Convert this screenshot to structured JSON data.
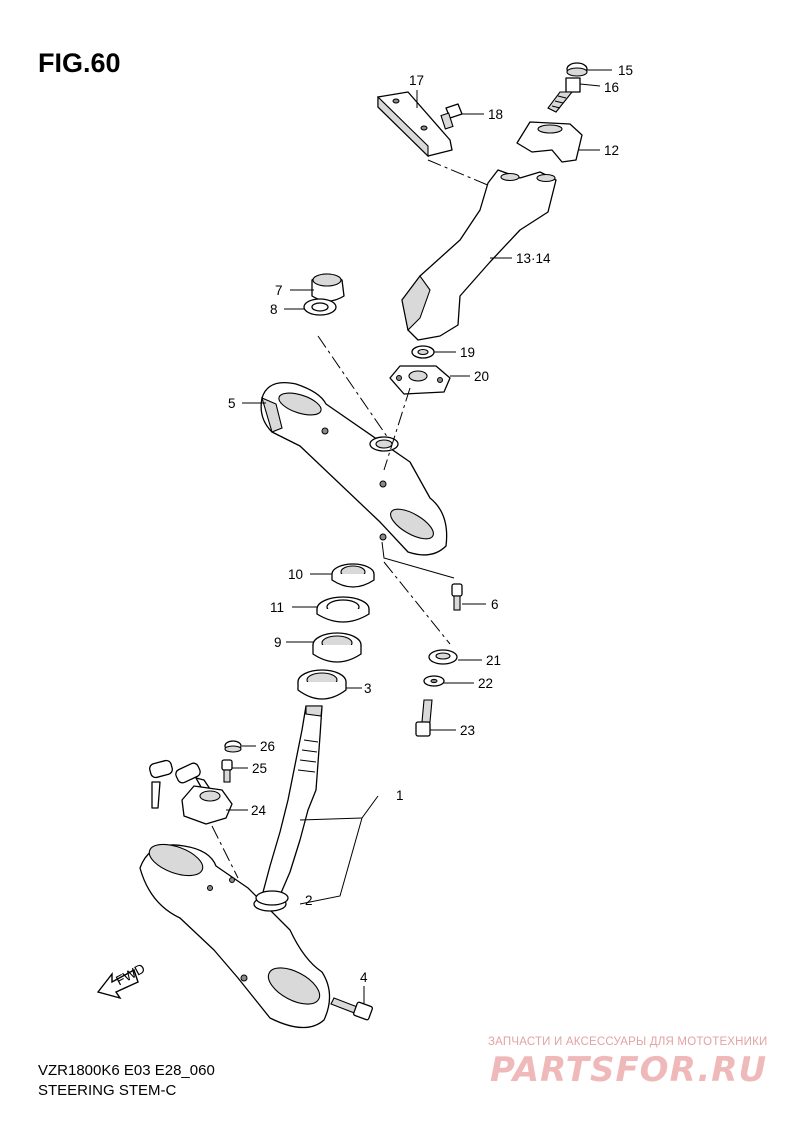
{
  "figure": {
    "title": "FIG.60",
    "model_code": "VZR1800K6 E03 E28_060",
    "section_name": "STEERING STEM-C"
  },
  "watermark": {
    "tagline": "ЗАПЧАСТИ И АКСЕССУАРЫ ДЛЯ МОТОТЕХНИКИ",
    "brand": "PARTSFOR.RU"
  },
  "fwd_arrow_label": "FWD",
  "callouts": [
    {
      "id": "c15",
      "label": "15"
    },
    {
      "id": "c16",
      "label": "16"
    },
    {
      "id": "c17",
      "label": "17"
    },
    {
      "id": "c18",
      "label": "18"
    },
    {
      "id": "c12",
      "label": "12"
    },
    {
      "id": "c1314",
      "label": "13·14"
    },
    {
      "id": "c7",
      "label": "7"
    },
    {
      "id": "c8",
      "label": "8"
    },
    {
      "id": "c19",
      "label": "19"
    },
    {
      "id": "c20",
      "label": "20"
    },
    {
      "id": "c5",
      "label": "5"
    },
    {
      "id": "c10",
      "label": "10"
    },
    {
      "id": "c6",
      "label": "6"
    },
    {
      "id": "c11",
      "label": "11"
    },
    {
      "id": "c9",
      "label": "9"
    },
    {
      "id": "c21",
      "label": "21"
    },
    {
      "id": "c22",
      "label": "22"
    },
    {
      "id": "c3",
      "label": "3"
    },
    {
      "id": "c23",
      "label": "23"
    },
    {
      "id": "c26",
      "label": "26"
    },
    {
      "id": "c25",
      "label": "25"
    },
    {
      "id": "c1",
      "label": "1"
    },
    {
      "id": "c24",
      "label": "24"
    },
    {
      "id": "c2",
      "label": "2"
    },
    {
      "id": "c4",
      "label": "4"
    }
  ]
}
